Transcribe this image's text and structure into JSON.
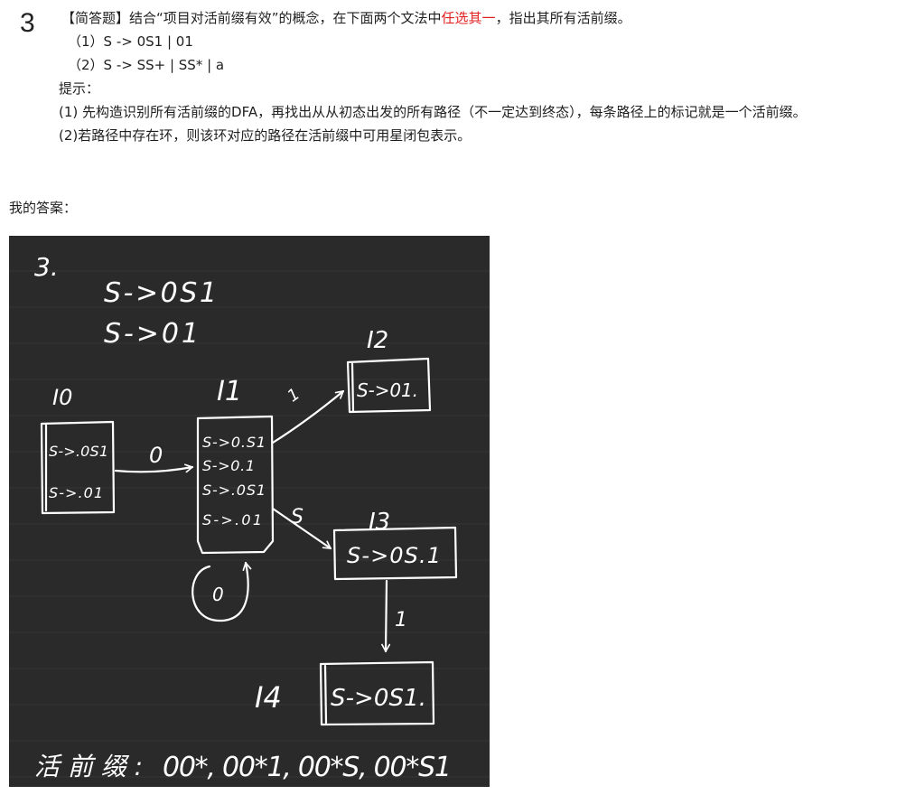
{
  "question": {
    "number": "3",
    "prefix": "【简答题】结合“项目对活前缀有效”的概念，在下面两个文法中",
    "highlight": "任选其一",
    "suffix": "，指出其所有活前缀。",
    "highlight_color": "#e02020",
    "grammars": [
      "（1）S -> 0S1 | 01",
      "（2）S -> SS+ | SS* | a"
    ],
    "hint_title": "提示：",
    "hints": [
      "(1) 先构造识别所有活前缀的DFA，再找出从从初态出发的所有路径（不一定达到终态），每条路径上的标记就是一个活前缀。",
      "(2)若路径中存在环，则该环对应的路径在活前缀中可用星闭包表示。"
    ]
  },
  "answer": {
    "label": "我的答案：",
    "background_color": "#2a2a2a",
    "ink_color": "#ffffff",
    "image": {
      "heading": "3.",
      "productions": [
        "S->0S1",
        "S->01"
      ],
      "states": [
        {
          "name": "I0",
          "items": [
            "S->.0S1",
            "S->.01"
          ]
        },
        {
          "name": "I1",
          "items": [
            "S->0.S1",
            "S->0.1",
            "S->.0S1",
            "S->.01"
          ]
        },
        {
          "name": "I2",
          "items": [
            "S->01."
          ]
        },
        {
          "name": "I3",
          "items": [
            "S->0S.1"
          ]
        },
        {
          "name": "I4",
          "items": [
            "S->0S1."
          ]
        }
      ],
      "edge_labels": {
        "i0_to_i1": "0",
        "i1_to_i2": "1",
        "i1_to_i3": "S",
        "i1_loop": "0",
        "i3_to_i4": "1"
      },
      "conclusion_label": "活前缀:",
      "conclusion": "00*, 00*1, 00*S, 00*S1"
    }
  }
}
